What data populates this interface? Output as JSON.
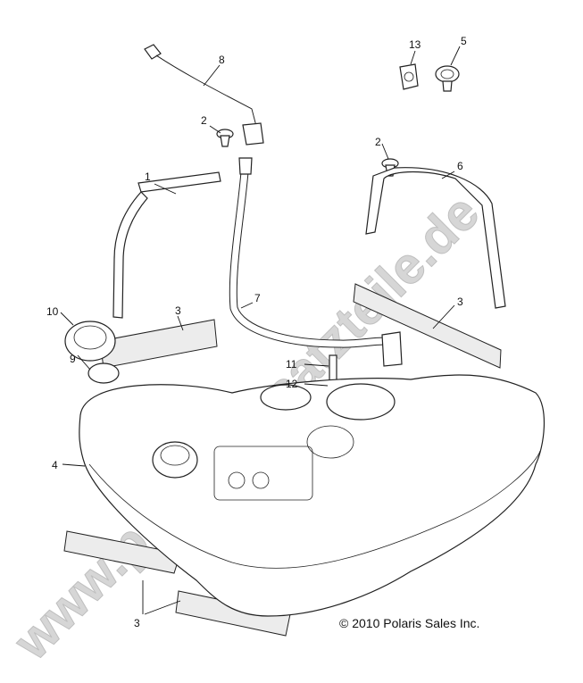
{
  "watermark": "www.polarisersatzteile.de",
  "copyright": "© 2010 Polaris Sales Inc.",
  "callouts": {
    "c1": "1",
    "c2a": "2",
    "c2b": "2",
    "c3a": "3",
    "c3b": "3",
    "c3c": "3",
    "c4": "4",
    "c5": "5",
    "c6": "6",
    "c7": "7",
    "c8": "8",
    "c9": "9",
    "c10": "10",
    "c11": "11",
    "c12": "12",
    "c13": "13"
  }
}
